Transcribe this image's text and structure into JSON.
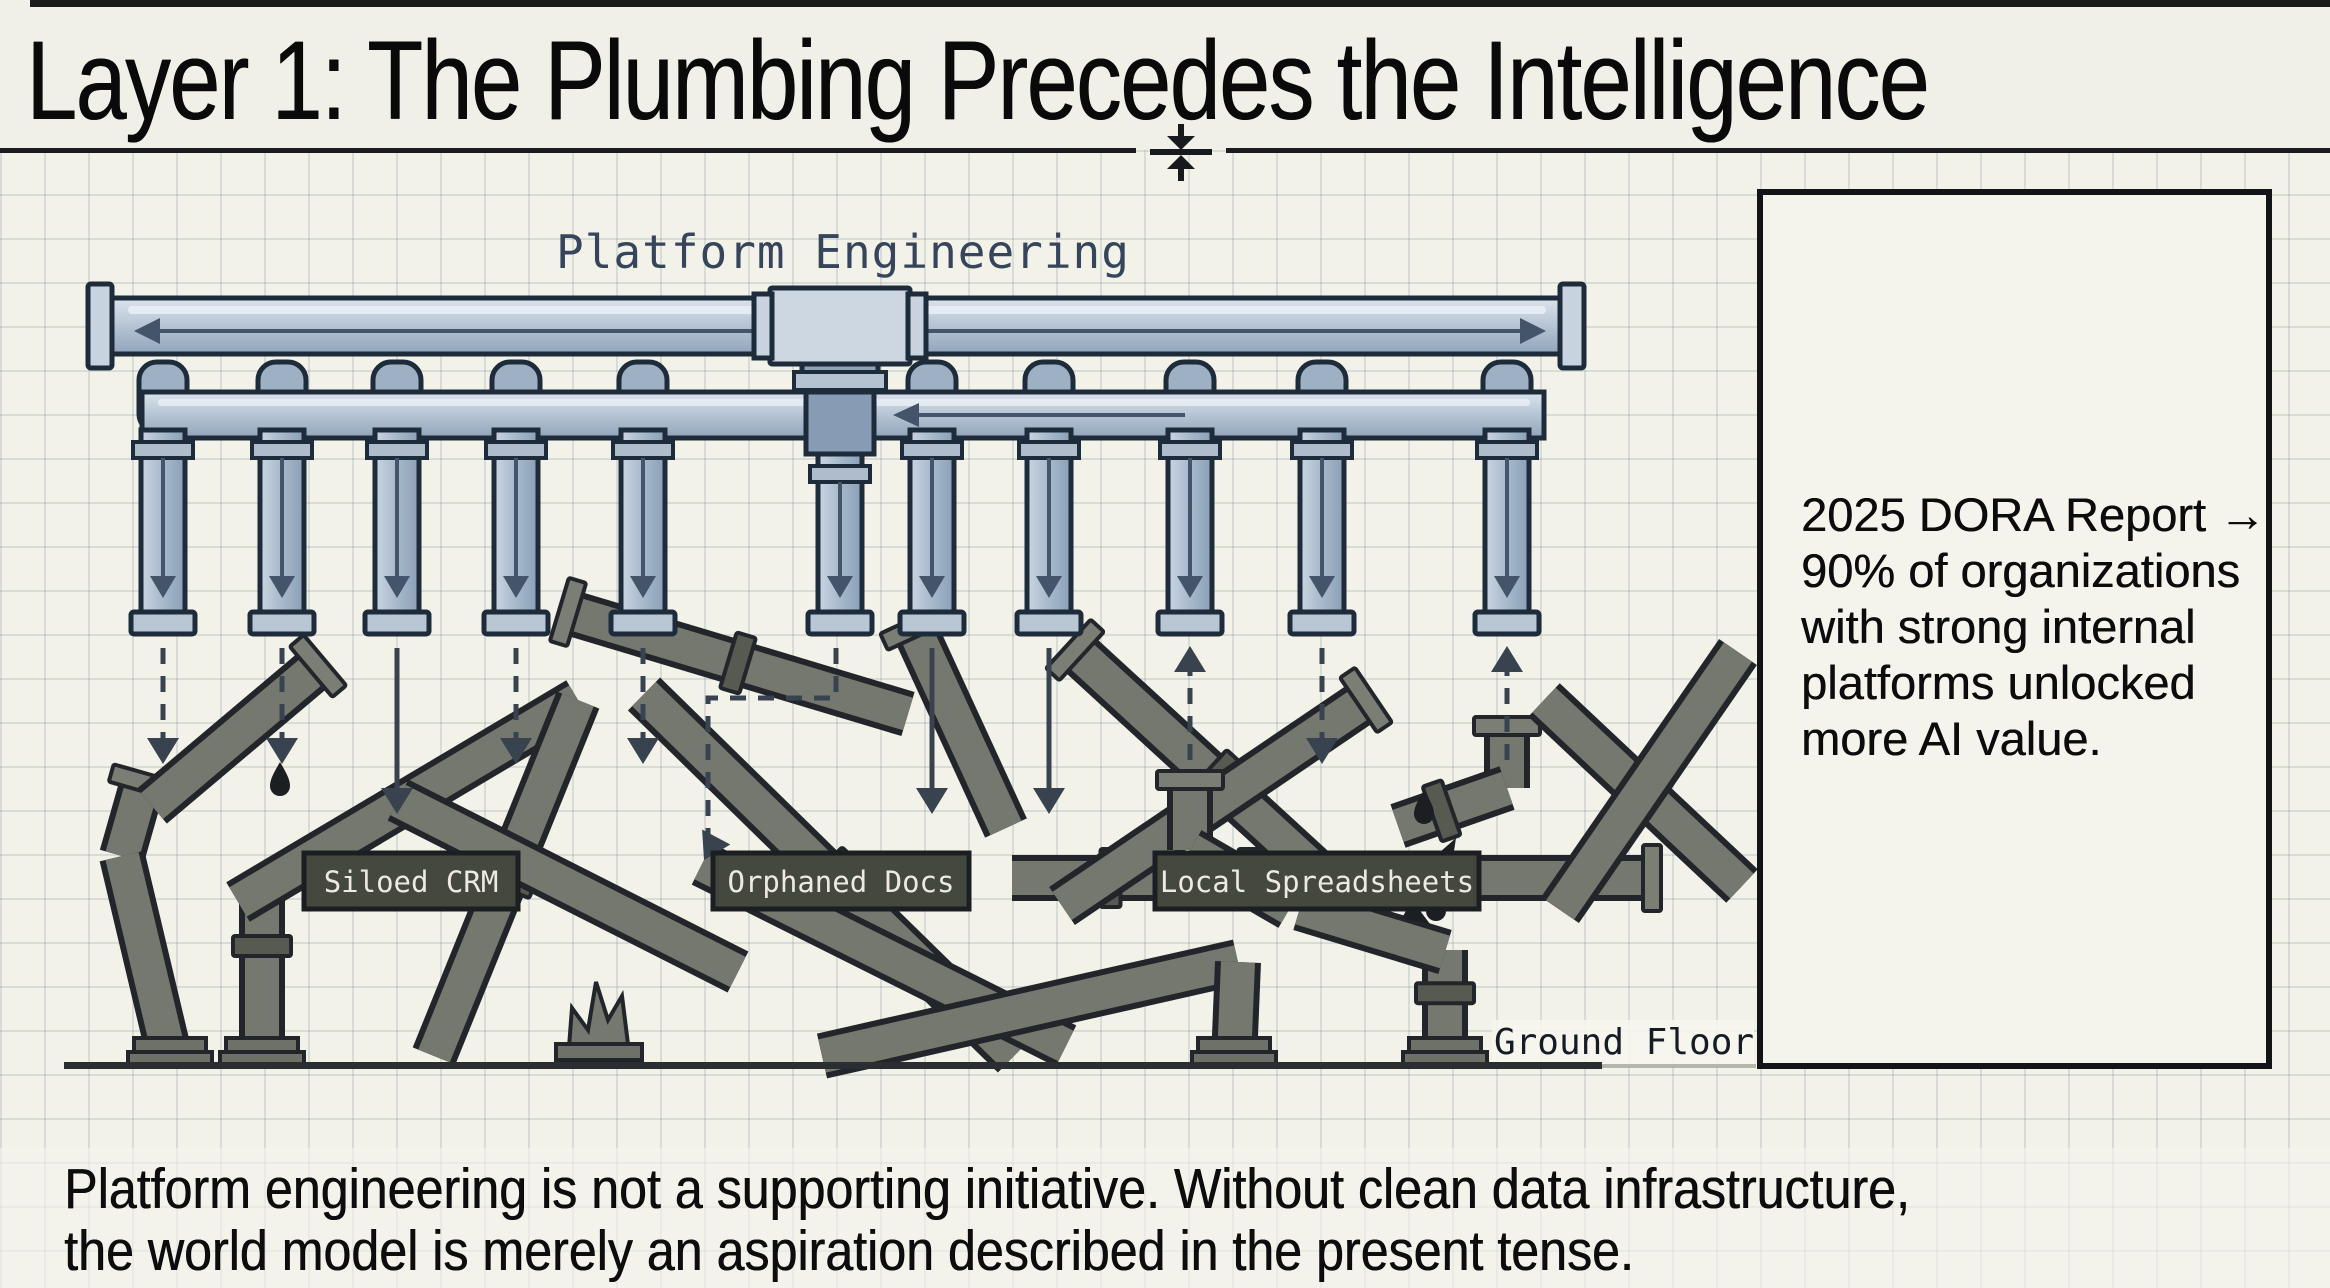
{
  "title": "Layer 1: The Plumbing Precedes the Intelligence",
  "diagram": {
    "top_label": "Platform Engineering",
    "tangle_labels": [
      "Siloed CRM",
      "Orphaned Docs",
      "Local Spreadsheets"
    ],
    "ground_label": "Ground Floor"
  },
  "side_panel": {
    "lines": [
      "2025 DORA Report →",
      "90% of organizations",
      "with strong internal",
      "platforms unlocked",
      "more AI value."
    ]
  },
  "footer": {
    "lines": [
      "Platform engineering is not a supporting initiative. Without clean data infrastructure,",
      "the world model is merely an aspiration described in the present tense."
    ]
  },
  "colors": {
    "paper": "#f3f2e9",
    "ink": "#17191c",
    "pipe_blue": "#a9bacc",
    "pipe_blue_outline": "#1d2b3a",
    "pipe_gray": "#75786e",
    "pipe_gray_outline": "#22262a",
    "label_plate": "#45483f",
    "label_text": "#eceae2"
  },
  "icons": {
    "compress_icon": "compress-arrows",
    "flow_icon": "flow-direction-arrows"
  }
}
